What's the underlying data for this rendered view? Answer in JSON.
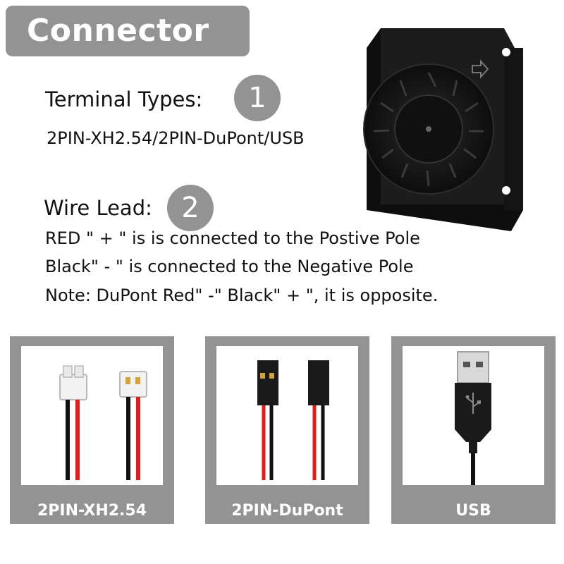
{
  "header": {
    "title": "Connector"
  },
  "terminal": {
    "label": "Terminal Types:",
    "number": "1",
    "types_text": "2PIN-XH2.54/2PIN-DuPont/USB"
  },
  "wire": {
    "label": "Wire Lead:",
    "number": "2",
    "lines": [
      "RED \" + \" is is connected to the Postive Pole",
      "Black\" - \" is connected to the Negative Pole",
      "Note:  DuPont  Red\" -\" Black\" + \", it is opposite."
    ]
  },
  "cards": [
    {
      "label": "2PIN-XH2.54",
      "image": "xh254-connector-image"
    },
    {
      "label": "2PIN-DuPont",
      "image": "dupont-connector-image"
    },
    {
      "label": "USB",
      "image": "usb-plug-image"
    }
  ],
  "colors": {
    "badge": "#939393",
    "wire_red": "#e31b1b",
    "wire_black": "#111111",
    "fan_body": "#1a1a1a"
  }
}
